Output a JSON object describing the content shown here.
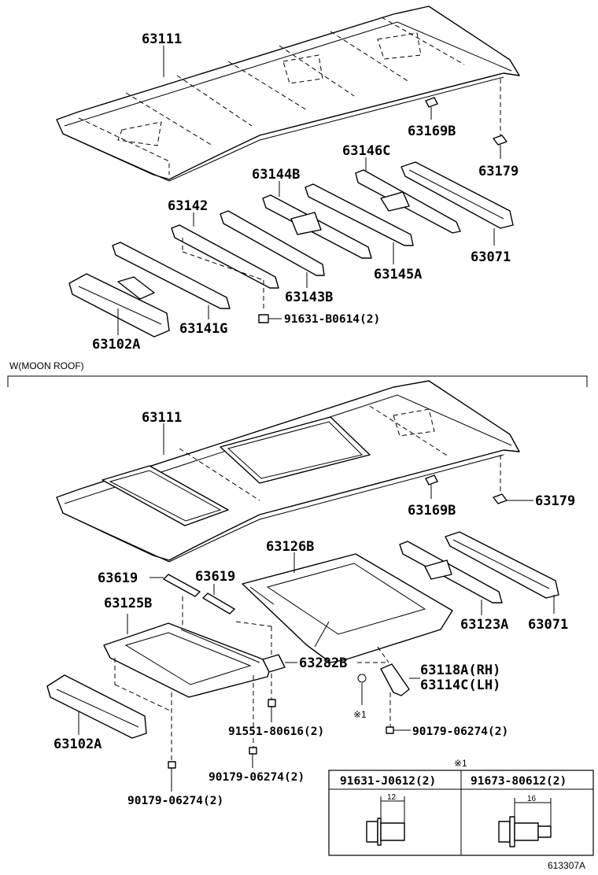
{
  "section_label": "W(MOON ROOF)",
  "top": {
    "roof_panel": "63111",
    "bracket": "63169B",
    "clip": "63179",
    "rear_bow": "63146C",
    "bow_b": "63144B",
    "header_a": "63142",
    "rear_header": "63071",
    "bow_a": "63145A",
    "bow_c": "63143B",
    "bow_g": "63141G",
    "front_header": "63102A",
    "bolt": "91631-B0614(2)"
  },
  "bottom": {
    "roof_panel": "63111",
    "bracket": "63169B",
    "clip": "63179",
    "housing": "63126B",
    "seal_left": "63619",
    "seal_right": "63619",
    "frame": "63125B",
    "reinforcement": "63123A",
    "rear_header": "63071",
    "bracket_center": "63282B",
    "bracket_rh": "63118A(RH)",
    "bracket_lh": "63114C(LH)",
    "ref_mark": "※1",
    "front_header": "63102A",
    "screw_a": "91551-80616(2)",
    "nut_right": "90179-06274(2)",
    "nut_mid": "90179-06274(2)",
    "nut_left": "90179-06274(2)"
  },
  "table": {
    "mark": "※1",
    "col1_part": "91631-J0612(2)",
    "col2_part": "91673-80612(2)",
    "col1_dim": "12",
    "col2_dim": "16"
  },
  "diagram_code": "613307A"
}
